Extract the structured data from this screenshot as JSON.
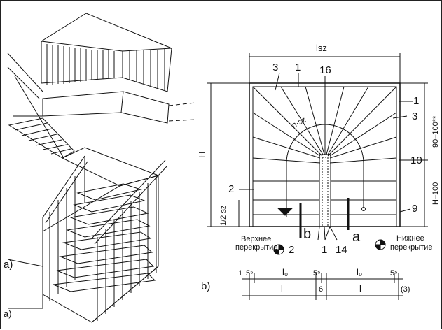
{
  "panel_a": {
    "label": "a)",
    "corner_label": "a)"
  },
  "panel_b": {
    "label": "b)",
    "dims": {
      "lsz": "lsz",
      "H": "H",
      "half_sz": "1/2 sz",
      "n_sz": "n·sz",
      "right_top": "90–100**",
      "right_mid": "H–100"
    },
    "callouts": {
      "c3_left": "3",
      "c1_top": "1",
      "c16": "16",
      "c1_right": "1",
      "c3_right": "3",
      "c10": "10",
      "c2_left": "2",
      "c9": "9",
      "c2_bottom": "2",
      "c1_bottom": "1",
      "c14": "14"
    },
    "sections": {
      "b": "b",
      "a": "a"
    },
    "upper_floor": {
      "line1": "Верхнее",
      "line2": "перекрытие"
    },
    "lower_floor": {
      "line1": "Нижнее",
      "line2": "перекрытие"
    },
    "bottom_dims": {
      "d1": "1",
      "d55_a": "5⁵",
      "l0_a": "l₀",
      "d55_b": "5⁵",
      "l0_b": "l₀",
      "d55_c": "5⁵",
      "l_a": "l",
      "d6": "6",
      "l_b": "l",
      "d3": "(3)"
    }
  }
}
